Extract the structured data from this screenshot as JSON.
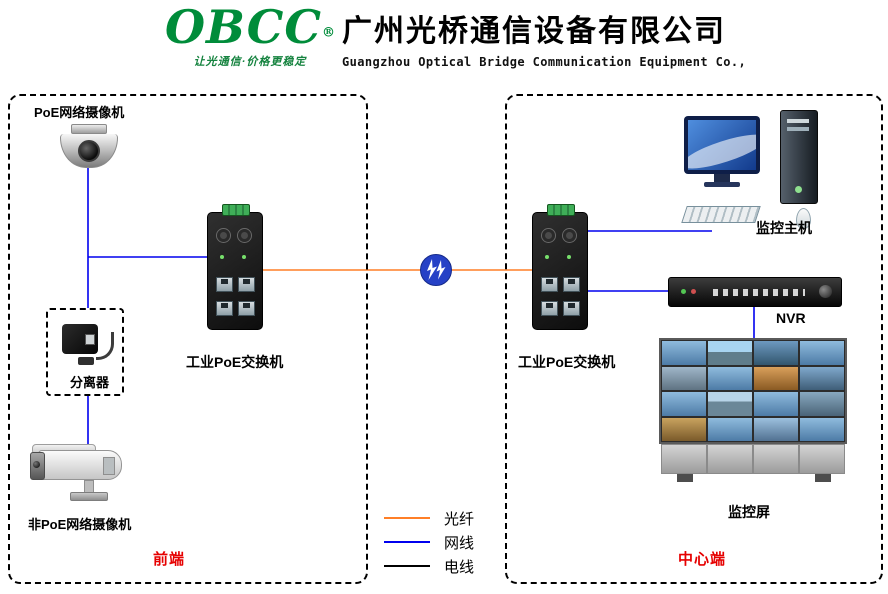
{
  "header": {
    "logo_text": "OBCC",
    "registered_mark": "®",
    "slogan": "让光通信·价格更稳定",
    "company_cn": "广州光桥通信设备有限公司",
    "company_en": "Guangzhou Optical Bridge Communication Equipment Co.,"
  },
  "front_zone": {
    "title": "前端",
    "poe_camera_label": "PoE网络摄像机",
    "switch_label": "工业PoE交换机",
    "splitter_label": "分离器",
    "non_poe_camera_label": "非PoE网络摄像机"
  },
  "center_zone": {
    "title": "中心端",
    "switch_label": "工业PoE交换机",
    "host_label": "监控主机",
    "nvr_label": "NVR",
    "screen_label": "监控屏"
  },
  "legend": {
    "items": [
      {
        "label": "光纤",
        "color": "#ff7f27"
      },
      {
        "label": "网线",
        "color": "#0000ee"
      },
      {
        "label": "电线",
        "color": "#000000"
      }
    ]
  },
  "colors": {
    "brand_green": "#008c3a",
    "zone_title_red": "#e60000",
    "fiber_orange": "#ff7f27",
    "network_blue": "#0000ee",
    "wire_black": "#000000",
    "fiber_node_blue": "#2641c6"
  }
}
